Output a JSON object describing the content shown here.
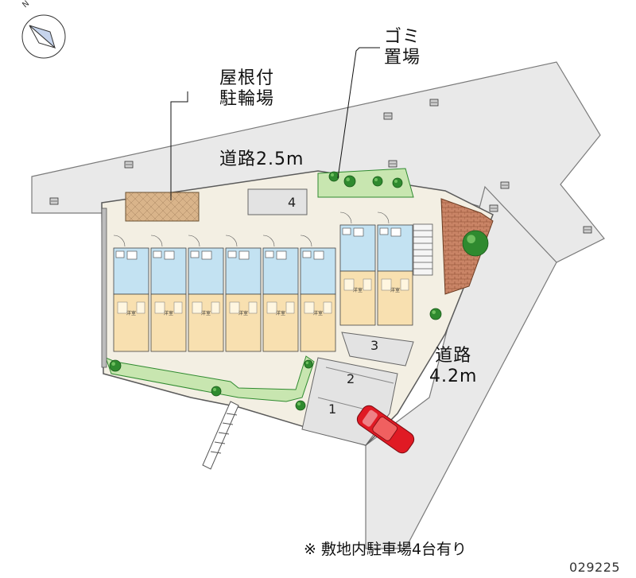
{
  "labels": {
    "roofed_bicycle_parking": [
      "屋根付",
      "駐輪場"
    ],
    "garbage_area": [
      "ゴミ",
      "置場"
    ],
    "road_top": "道路2.5m",
    "road_right": [
      "道路",
      "4.2m"
    ],
    "footnote": "※ 敷地内駐車場4台有り",
    "property_code": "029225",
    "north_mark": "N"
  },
  "parking_spaces": [
    "1",
    "2",
    "3",
    "4"
  ],
  "room_label": "洋室",
  "colors": {
    "road": "#e9e9e9",
    "road_stroke": "#7a7a7a",
    "site_floor": "#f3efe3",
    "building_room": "#f8e0b0",
    "wet_area": "#c3e2f2",
    "greenery": "#c8e6b0",
    "hedge": "#2f8a2f",
    "brick": "#b06a4a",
    "car": "#e01a24",
    "bicycle_roof": "#d9b48a"
  }
}
